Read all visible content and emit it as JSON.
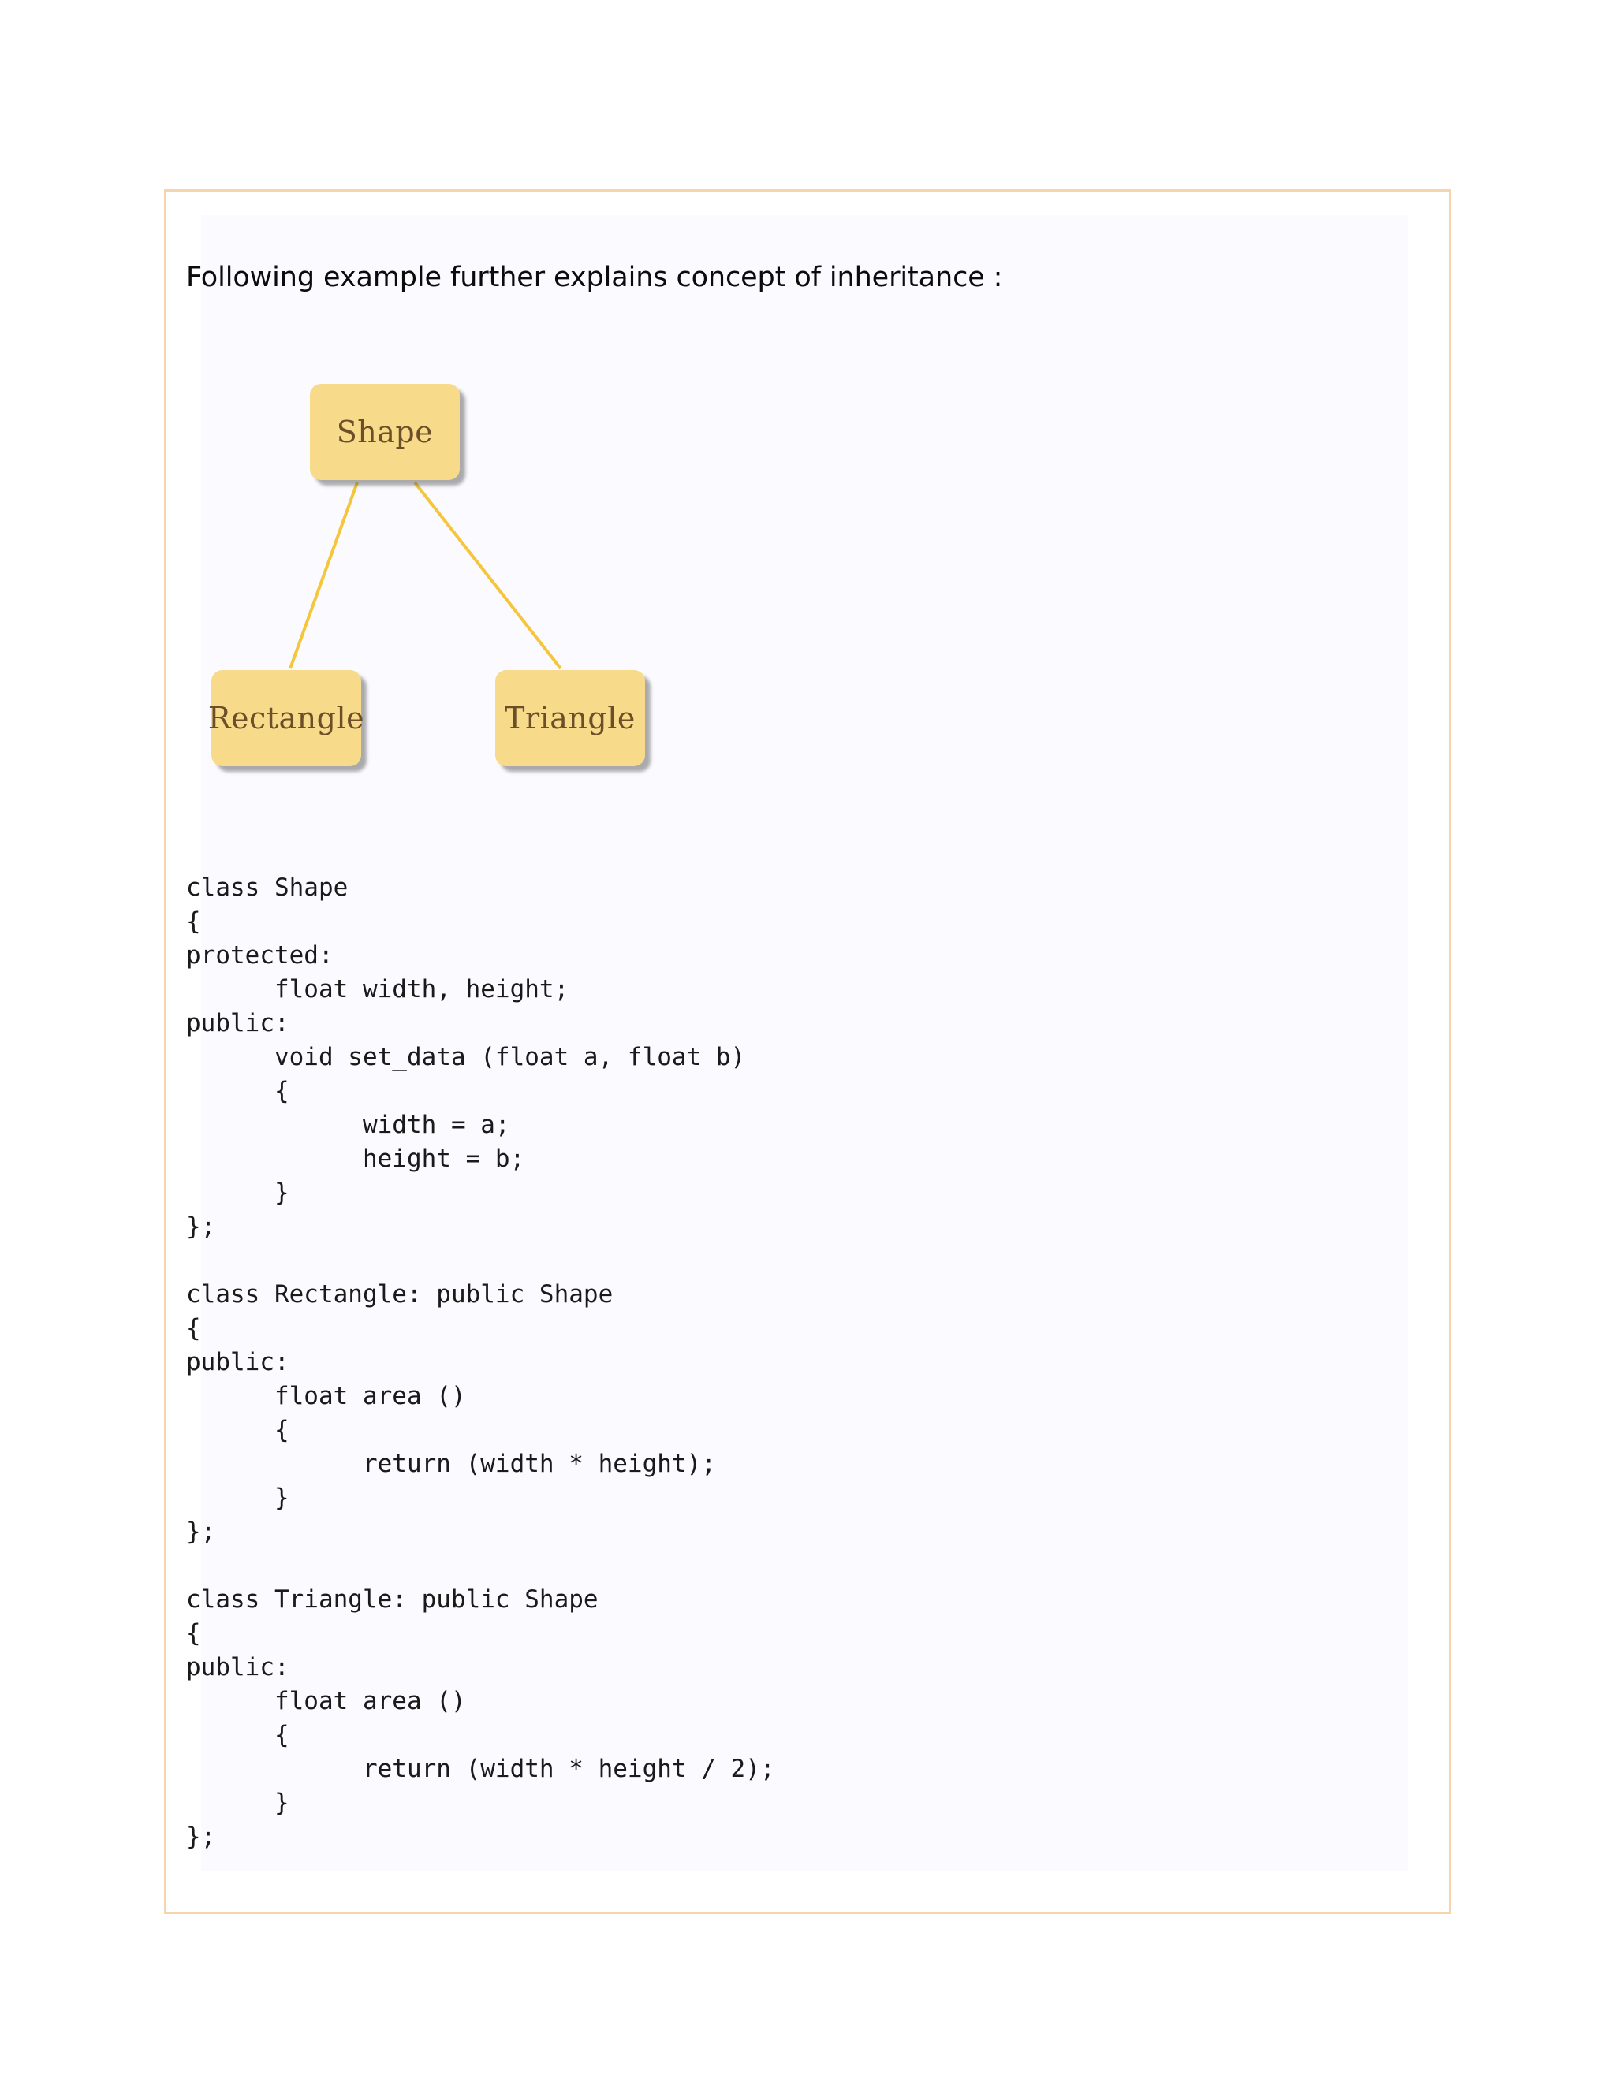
{
  "heading": {
    "text": "Following example further explains concept of inheritance :"
  },
  "diagram": {
    "type": "inheritance-hierarchy",
    "nodes": [
      {
        "id": "shape",
        "label": "Shape"
      },
      {
        "id": "rectangle",
        "label": "Rectangle"
      },
      {
        "id": "triangle",
        "label": "Triangle"
      }
    ],
    "edges": [
      {
        "from": "shape",
        "to": "rectangle"
      },
      {
        "from": "shape",
        "to": "triangle"
      }
    ],
    "colors": {
      "node_fill": "#f7db8b",
      "node_text": "#6b4f28",
      "connector": "#f5c63c",
      "shadow": "#464646"
    }
  },
  "code": {
    "language": "cpp",
    "lines": [
      "class Shape",
      "{",
      "protected:",
      "      float width, height;",
      "public:",
      "      void set_data (float a, float b)",
      "      {",
      "            width = a;",
      "            height = b;",
      "      }",
      "};",
      "",
      "class Rectangle: public Shape",
      "{",
      "public:",
      "      float area ()",
      "      {",
      "            return (width * height);",
      "      }",
      "};",
      "",
      "class Triangle: public Shape",
      "{",
      "public:",
      "      float area ()",
      "      {",
      "            return (width * height / 2);",
      "      }",
      "};"
    ]
  },
  "frame": {
    "border_color": "#f6d5ae",
    "panel_color": "#fbfaff"
  }
}
